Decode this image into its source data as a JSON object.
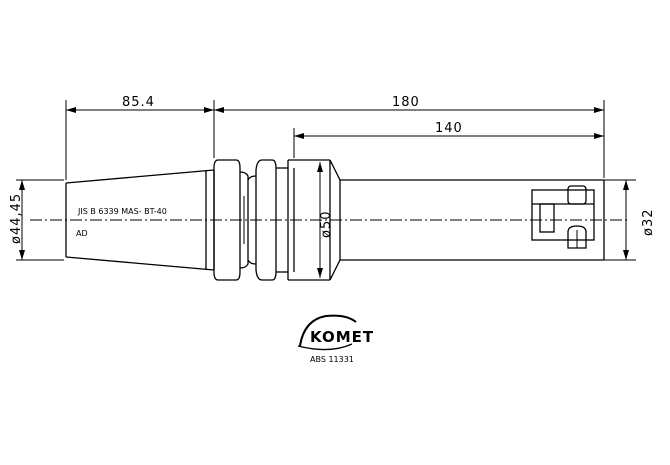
{
  "dimensions": {
    "taper_length": "85.4",
    "overall_length": "180",
    "shank_length": "140",
    "taper_diameter": "ø44,45",
    "collar_diameter": "ø50",
    "shank_diameter": "ø32"
  },
  "annotations": {
    "standard": "JIS B 6339 MAS- BT-40",
    "taper_mark": "AD"
  },
  "logo": {
    "brand": "KOMET",
    "part_number": "ABS 11331"
  },
  "colors": {
    "line": "#000000",
    "background": "#ffffff"
  }
}
